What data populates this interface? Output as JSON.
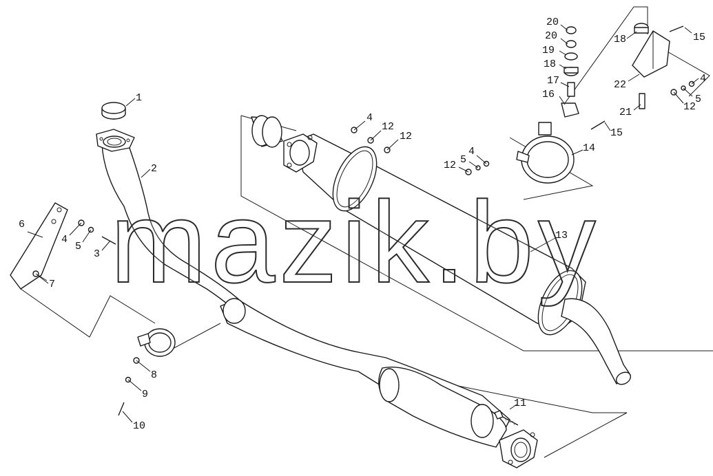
{
  "diagram": {
    "watermark": "mazik.by",
    "callouts": [
      {
        "id": "c1",
        "text": "1"
      },
      {
        "id": "c2",
        "text": "2"
      },
      {
        "id": "c3",
        "text": "3"
      },
      {
        "id": "c4a",
        "text": "4"
      },
      {
        "id": "c5a",
        "text": "5"
      },
      {
        "id": "c6",
        "text": "6"
      },
      {
        "id": "c7",
        "text": "7"
      },
      {
        "id": "c8",
        "text": "8"
      },
      {
        "id": "c9",
        "text": "9"
      },
      {
        "id": "c10",
        "text": "10"
      },
      {
        "id": "c11",
        "text": "11"
      },
      {
        "id": "c4b",
        "text": "4"
      },
      {
        "id": "c12a",
        "text": "12"
      },
      {
        "id": "c12b",
        "text": "12"
      },
      {
        "id": "c13",
        "text": "13"
      },
      {
        "id": "c4c",
        "text": "4"
      },
      {
        "id": "c5b",
        "text": "5"
      },
      {
        "id": "c12c",
        "text": "12"
      },
      {
        "id": "c14",
        "text": "14"
      },
      {
        "id": "c15a",
        "text": "15"
      },
      {
        "id": "c16",
        "text": "16"
      },
      {
        "id": "c17",
        "text": "17"
      },
      {
        "id": "c18a",
        "text": "18"
      },
      {
        "id": "c19",
        "text": "19"
      },
      {
        "id": "c20a",
        "text": "20"
      },
      {
        "id": "c20b",
        "text": "20"
      },
      {
        "id": "c18b",
        "text": "18"
      },
      {
        "id": "c15b",
        "text": "15"
      },
      {
        "id": "c22",
        "text": "22"
      },
      {
        "id": "c21",
        "text": "21"
      },
      {
        "id": "c4d",
        "text": "4"
      },
      {
        "id": "c5c",
        "text": "5"
      },
      {
        "id": "c12d",
        "text": "12"
      }
    ]
  }
}
